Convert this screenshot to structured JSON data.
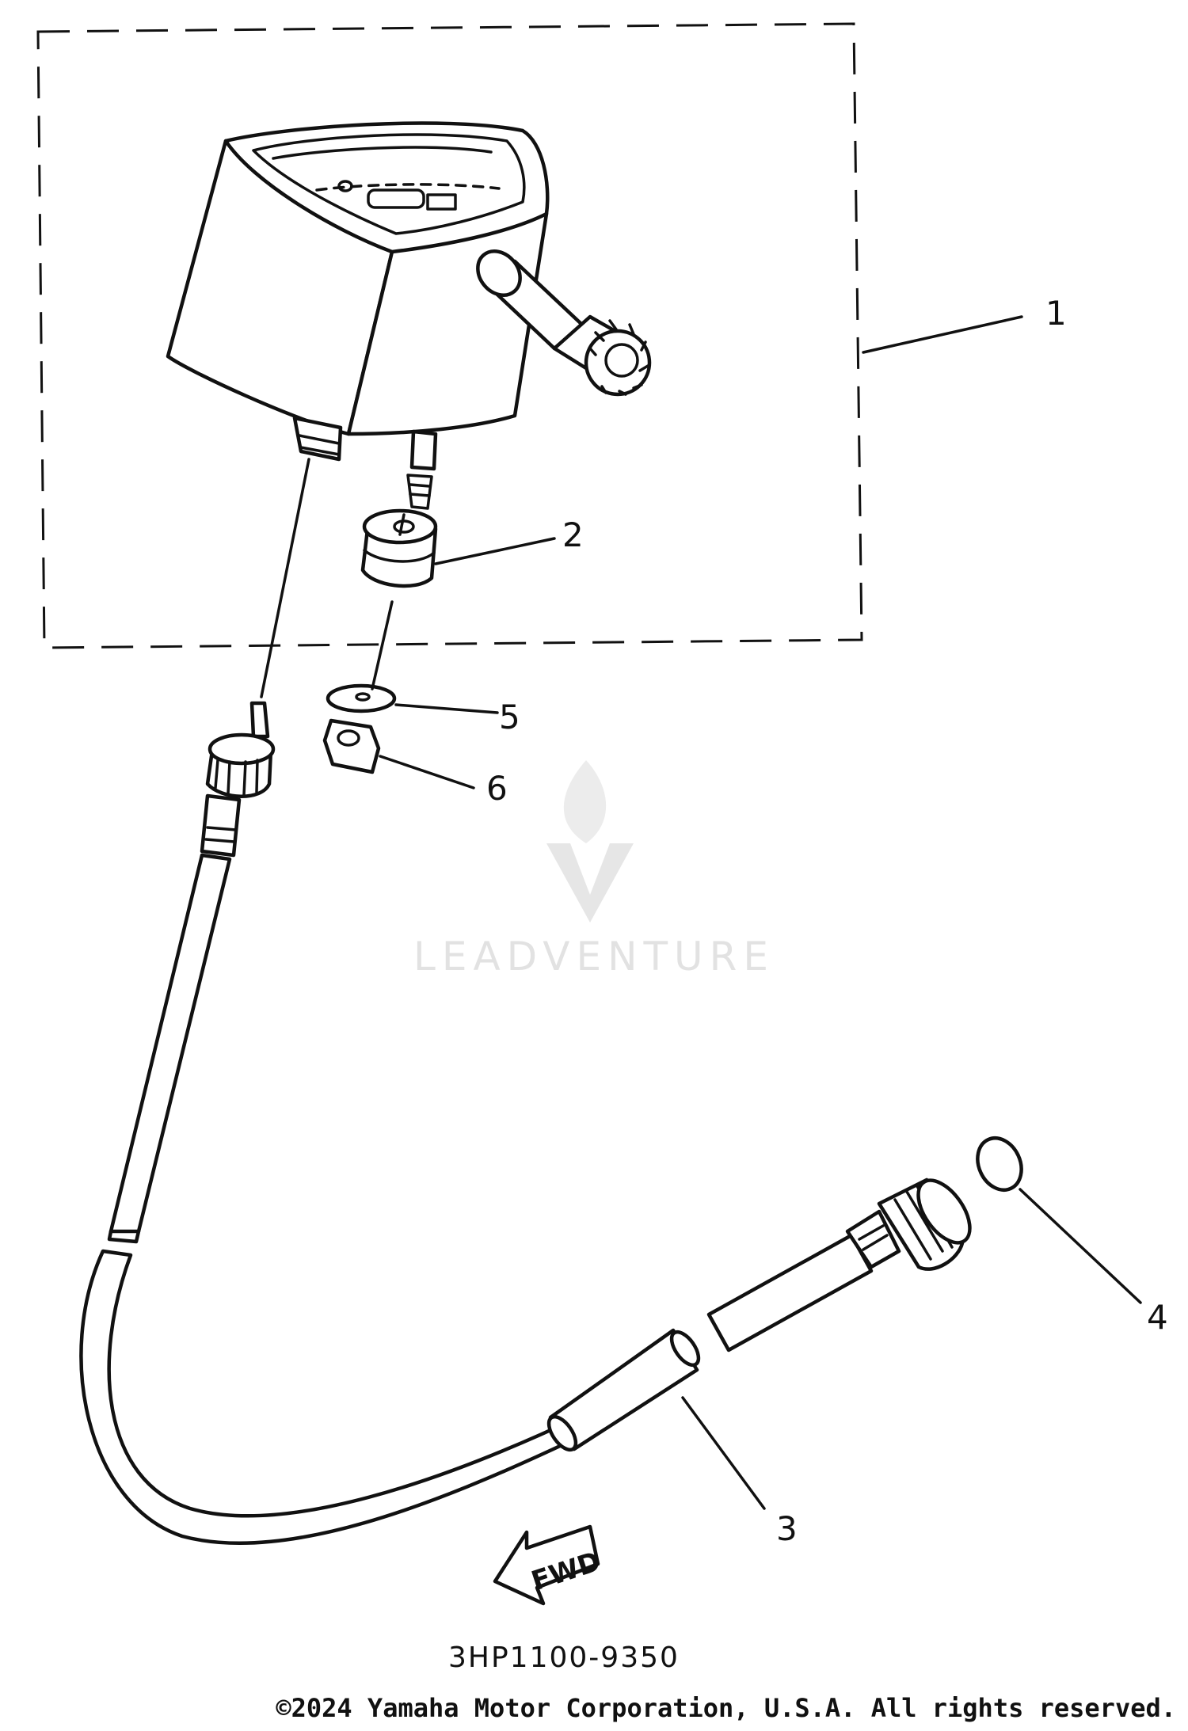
{
  "diagram": {
    "callouts": [
      {
        "id": "1",
        "label": "1"
      },
      {
        "id": "2",
        "label": "2"
      },
      {
        "id": "3",
        "label": "3"
      },
      {
        "id": "4",
        "label": "4"
      },
      {
        "id": "5",
        "label": "5"
      },
      {
        "id": "6",
        "label": "6"
      }
    ],
    "direction_label": "FWD",
    "diagram_code": "3HP1100-9350",
    "copyright": "©2024 Yamaha Motor Corporation, U.S.A. All rights reserved.",
    "watermark": "LEADVENTURE"
  }
}
